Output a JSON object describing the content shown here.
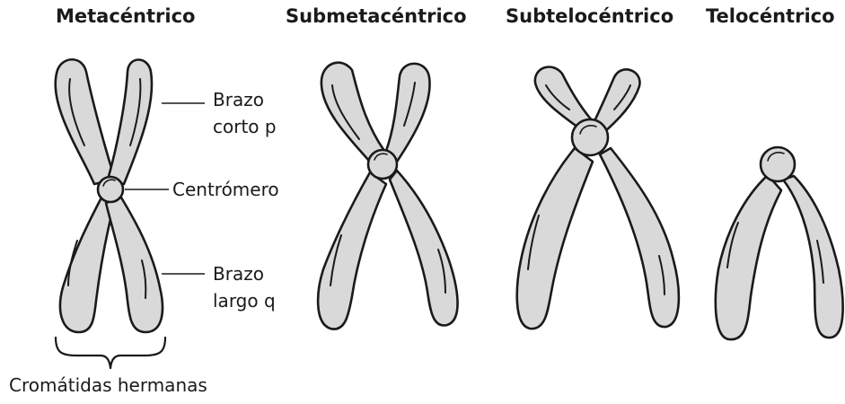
{
  "titles": {
    "metacentric": "Metacéntrico",
    "submetacentric": "Submetacéntrico",
    "subtelocentric": "Subtelocéntrico",
    "telocentric": "Telocéntrico"
  },
  "labels": {
    "short_arm_line1": "Brazo",
    "short_arm_line2": "corto p",
    "centromere": "Centrómero",
    "long_arm_line1": "Brazo",
    "long_arm_line2": "largo q",
    "sister_chromatids": "Cromátidas hermanas"
  }
}
